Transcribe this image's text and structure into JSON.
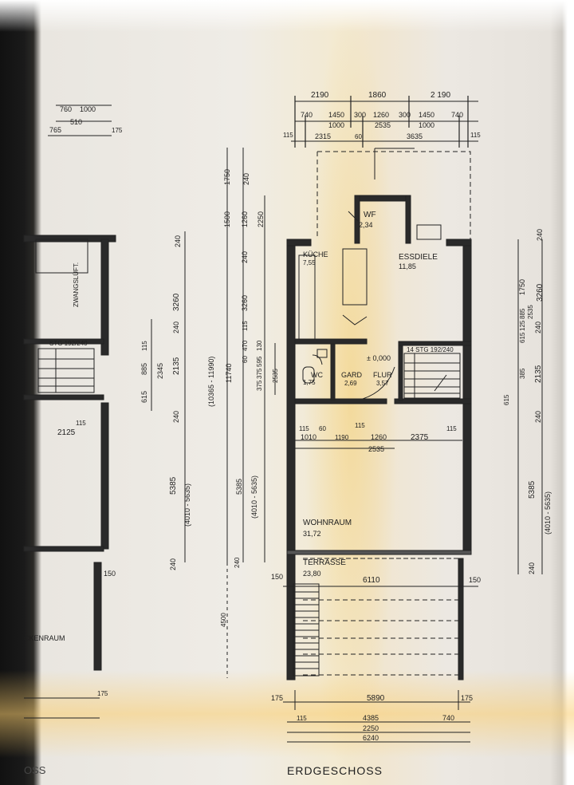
{
  "title": "ERDGESCHOSS",
  "left_title_fragment": "OSS",
  "rooms": {
    "kueche": {
      "name": "KÜCHE",
      "area": "7,55"
    },
    "wf": {
      "name": "WF",
      "area": "2,34"
    },
    "essdiele": {
      "name": "ESSDIELE",
      "area": "11,85"
    },
    "wc": {
      "name": "WC",
      "area": "1,75"
    },
    "gard": {
      "name": "GARD",
      "area": "2,69"
    },
    "flur": {
      "name": "FLUR",
      "area": "3,57"
    },
    "wohnraum": {
      "name": "WOHNRAUM",
      "area": "31,72"
    },
    "terrasse": {
      "name": "TERRASSE",
      "area": "23,80"
    },
    "level": "± 0,000",
    "stair": "14 STG 192/240",
    "left_stair": "STG 192/240",
    "left_zwang": "ZWANGSLÜFT.",
    "left_room": "CKENRAUM"
  },
  "dims_top": {
    "r1": [
      "2190",
      "1860",
      "2 190"
    ],
    "r2": [
      "740",
      "1450",
      "300",
      "1260",
      "300",
      "1450",
      "740"
    ],
    "r3": [
      "1000",
      "2535",
      "1000"
    ],
    "r4": [
      "115",
      "2315",
      "60",
      "3635",
      "115"
    ]
  },
  "dims_left_plan": [
    "760",
    "1000",
    "510",
    "765",
    "175",
    "2125",
    "115",
    "150",
    "175"
  ],
  "dims_inner": [
    "1750",
    "240",
    "1500",
    "1260",
    "2250",
    "240",
    "3260",
    "115",
    "470",
    "60",
    "375",
    "595",
    "2535",
    "375",
    "130",
    "(10365 - 11990)",
    "11740",
    "5385",
    "(4010 - 5635)",
    "240",
    "4500"
  ],
  "dims_mid": [
    "115",
    "60",
    "1010",
    "1190",
    "115",
    "1260",
    "2375",
    "115",
    "2535"
  ],
  "dims_between": [
    "240",
    "3260",
    "240",
    "885",
    "115",
    "2345",
    "2135",
    "615",
    "240",
    "5385",
    "(4010 - 5635)",
    "240"
  ],
  "dims_right": [
    "240",
    "1750",
    "3260",
    "885",
    "2535",
    "125",
    "240",
    "615",
    "385",
    "2135",
    "615",
    "240",
    "5385",
    "(4010 - 5635)",
    "240"
  ],
  "dims_terrace": [
    "150",
    "6110",
    "150"
  ],
  "dims_bottom": [
    "175",
    "5890",
    "175",
    "115",
    "4385",
    "740",
    "2250",
    "6240"
  ]
}
